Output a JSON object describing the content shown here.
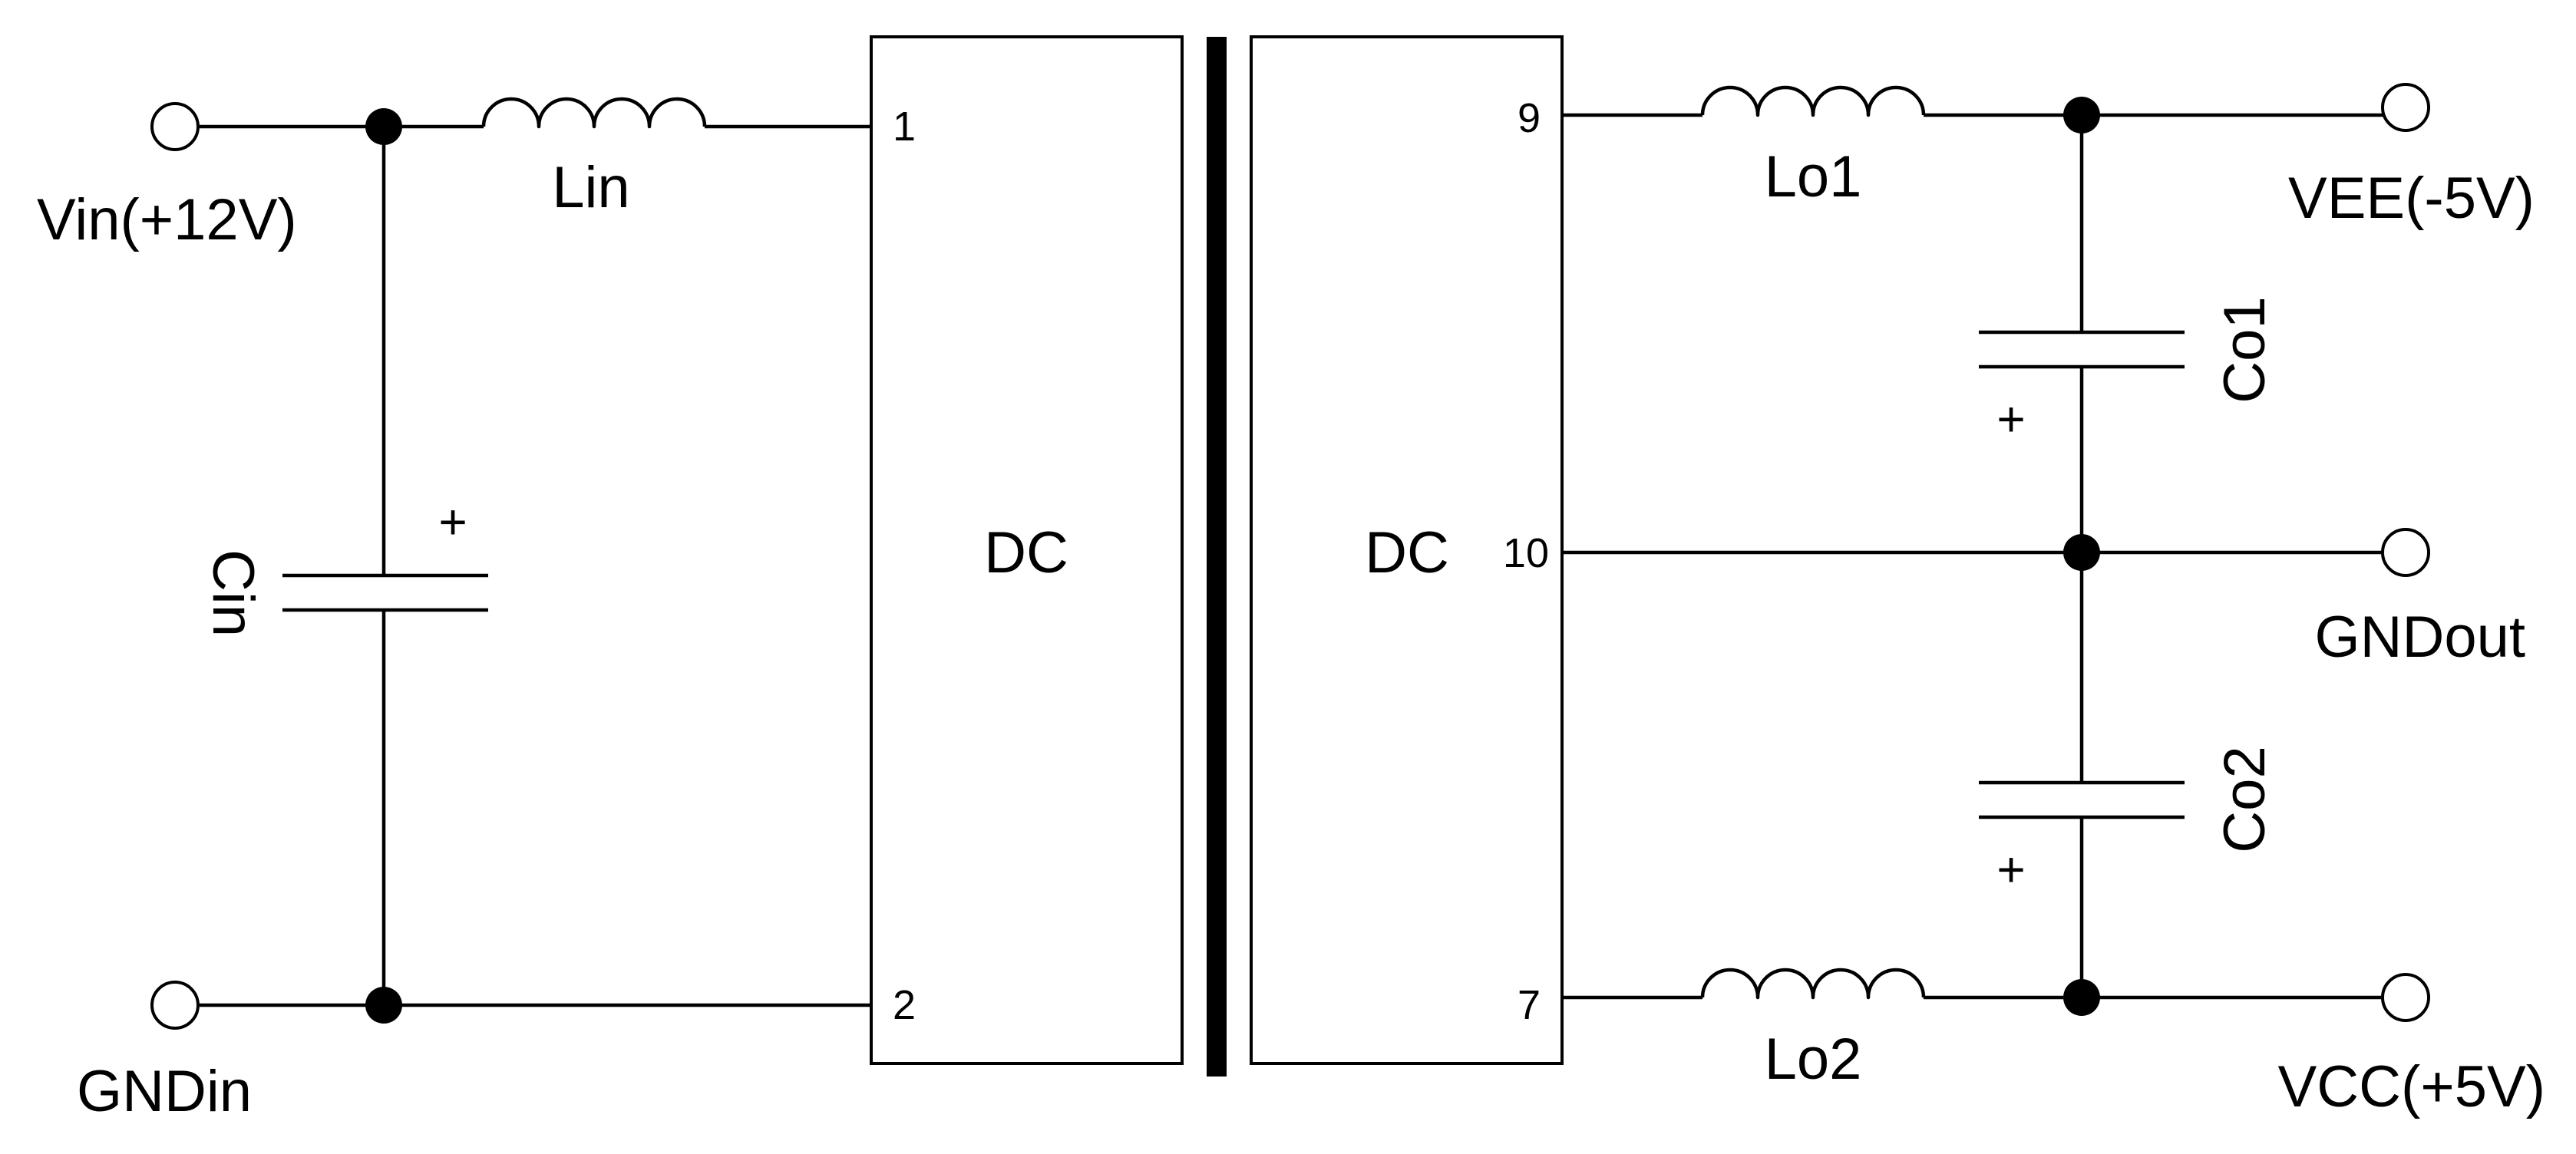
{
  "terminals": {
    "vin": "Vin(+12V)",
    "gnd_in": "GNDin",
    "vee": "VEE(-5V)",
    "gnd_out": "GNDout",
    "vcc": "VCC(+5V)"
  },
  "components": {
    "input_inductor": "Lin",
    "input_capacitor": "Cin",
    "output_inductor_1": "Lo1",
    "output_inductor_2": "Lo2",
    "output_capacitor_1": "Co1",
    "output_capacitor_2": "Co2"
  },
  "converter": {
    "input_block_label": "DC",
    "output_block_label": "DC"
  },
  "pins": {
    "pin1": "1",
    "pin2": "2",
    "pin9": "9",
    "pin10": "10",
    "pin7": "7"
  },
  "polarity": {
    "cin": "+",
    "co1": "+",
    "co2": "+"
  }
}
